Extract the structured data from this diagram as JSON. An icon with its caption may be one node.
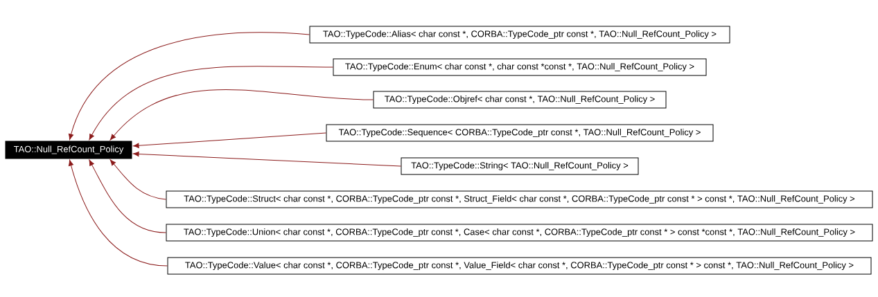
{
  "diagram": {
    "nodes": [
      {
        "text": [
          "TAO::Null_RefCount_Policy"
        ]
      },
      {
        "text": [
          "TAO::TypeCode::Alias< char const *, CORBA::TypeCode_ptr const *, TAO::Null_RefCount_Policy >"
        ]
      },
      {
        "text": [
          "TAO::TypeCode::Enum< char const *, char const *const *, TAO::Null_RefCount_Policy >"
        ]
      },
      {
        "text": [
          "TAO::TypeCode::Objref< char const *, TAO::Null_RefCount_Policy >"
        ]
      },
      {
        "text": [
          "TAO::TypeCode::Sequence< CORBA::TypeCode_ptr const *, TAO::Null_RefCount_Policy >"
        ]
      },
      {
        "text": [
          "TAO::TypeCode::String< TAO::Null_RefCount_Policy >"
        ]
      },
      {
        "text": [
          "TAO::TypeCode::Struct< char const *, CORBA::TypeCode_ptr const *, Struct_Field< char const *, CORBA::TypeCode_ptr const * > const *, TAO::Null_RefCount_Policy >"
        ]
      },
      {
        "text": [
          "TAO::TypeCode::Union< char const *, CORBA::TypeCode_ptr const *, Case< char const *, CORBA::TypeCode_ptr const * > const *const *, TAO::Null_RefCount_Policy >"
        ]
      },
      {
        "text": [
          "TAO::TypeCode::Value< char const *, CORBA::TypeCode_ptr const *, Value_Field< char const *, CORBA::TypeCode_ptr const * > const *, TAO::Null_RefCount_Policy >"
        ]
      }
    ],
    "edges": [
      {
        "from": 1,
        "to": 0,
        "arrow": "to"
      },
      {
        "from": 2,
        "to": 0,
        "arrow": "to"
      },
      {
        "from": 3,
        "to": 0,
        "arrow": "to"
      },
      {
        "from": 4,
        "to": 0,
        "arrow": "to"
      },
      {
        "from": 5,
        "to": 0,
        "arrow": "to"
      },
      {
        "from": 6,
        "to": 0,
        "arrow": "to"
      },
      {
        "from": 7,
        "to": 0,
        "arrow": "to"
      },
      {
        "from": 8,
        "to": 0,
        "arrow": "to"
      }
    ]
  }
}
